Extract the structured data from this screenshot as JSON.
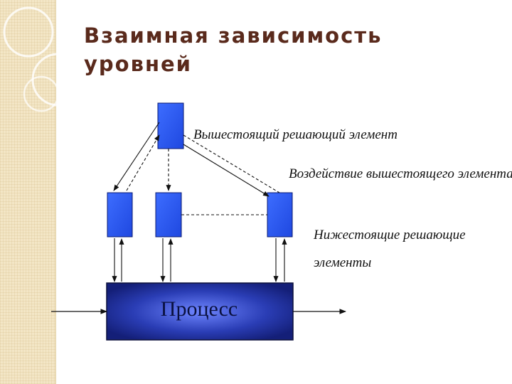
{
  "slide": {
    "title": "Взаимная зависимость\nуровней"
  },
  "diagram": {
    "top_element_label": "Вышестоящий решающий элемент",
    "influence_label": "Воздействие вышестоящего элемента",
    "lower_elements_label_line1": "Нижестоящие решающие",
    "lower_elements_label_line2": "элементы",
    "process_label": "Процесс"
  },
  "colors": {
    "title": "#5a2a1c",
    "element_fill": "#2b5cff",
    "process_fill": "#1e2f9e",
    "strip": "#f3e6c6"
  }
}
